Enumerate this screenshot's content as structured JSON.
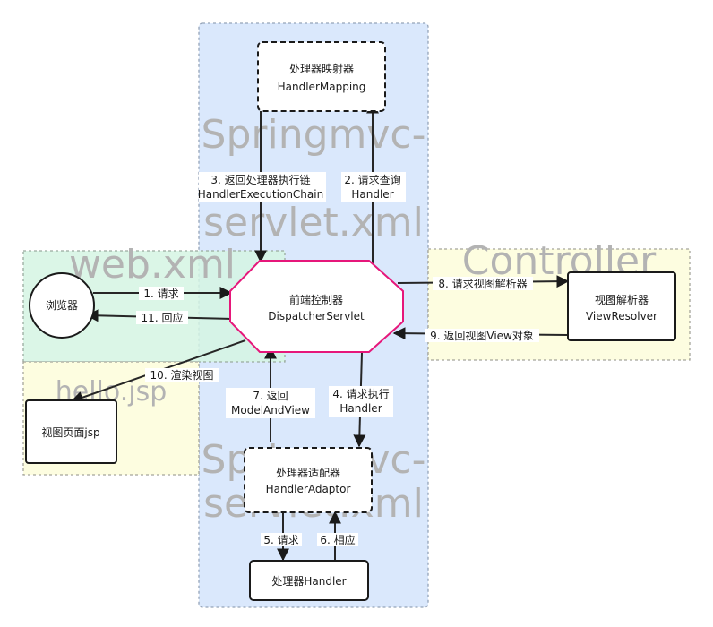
{
  "colors": {
    "spring_region": "#dae8fc",
    "web_region": "#d5f5e3",
    "controller_region": "#fdfde0",
    "hello_region": "#fdfde0",
    "dispatcher_border": "#e6177a"
  },
  "regions": {
    "springmvc": "Springmvc-servlet.xml",
    "springmvc_line1": "Springmvc-",
    "springmvc_line2": "servlet.xml",
    "web": "web.xml",
    "controller": "Controller",
    "hello": "hello.jsp",
    "springmvc_lower_line1": "Springmvc-",
    "springmvc_lower_line2": "servlet.xml"
  },
  "nodes": {
    "handler_mapping": {
      "zh": "处理器映射器",
      "en": "HandlerMapping"
    },
    "dispatcher": {
      "zh": "前端控制器",
      "en": "DispatcherServlet"
    },
    "browser": {
      "zh": "浏览器"
    },
    "view_resolver": {
      "zh": "视图解析器",
      "en": "ViewResolver"
    },
    "jsp_page": {
      "zh": "视图页面jsp"
    },
    "handler_adaptor": {
      "zh": "处理器适配器",
      "en": "HandlerAdaptor"
    },
    "handler": {
      "zh": "处理器Handler"
    }
  },
  "edges": {
    "e1": "1. 请求",
    "e2_line1": "2. 请求查询",
    "e2_line2": "Handler",
    "e3_line1": "3. 返回处理器执行链",
    "e3_line2": "HandlerExecutionChain",
    "e4_line1": "4. 请求执行",
    "e4_line2": "Handler",
    "e5": "5. 请求",
    "e6": "6. 相应",
    "e7_line1": "7. 返回",
    "e7_line2": "ModelAndView",
    "e8": "8. 请求视图解析器",
    "e9": "9. 返回视图View对象",
    "e10": "10. 渲染视图",
    "e11": "11. 回应"
  }
}
